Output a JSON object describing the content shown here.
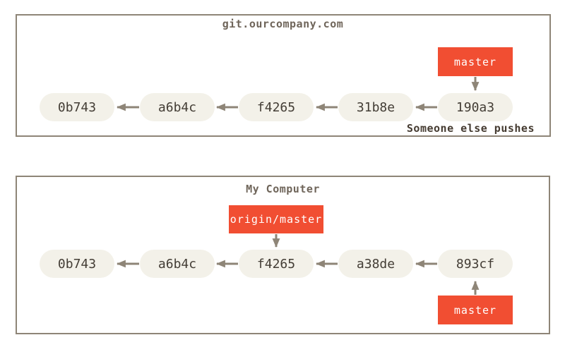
{
  "diagram": {
    "remote": {
      "title": "git.ourcompany.com",
      "commits": [
        "0b743",
        "a6b4c",
        "f4265",
        "31b8e",
        "190a3"
      ],
      "branch_label": "master",
      "annotation": "Someone else pushes"
    },
    "local": {
      "title": "My Computer",
      "commits": [
        "0b743",
        "a6b4c",
        "f4265",
        "a38de",
        "893cf"
      ],
      "remote_tracking_label": "origin/master",
      "branch_label": "master"
    },
    "colors": {
      "branch_label_bg": "#f14e32",
      "branch_label_text": "#ffffff",
      "commit_fill": "#f3f1e9",
      "commit_text": "#433d35",
      "arrow_and_border": "#8e8577",
      "title_text": "#6f655a",
      "annotation_text": "#453b31",
      "background": "#ffffff"
    }
  }
}
